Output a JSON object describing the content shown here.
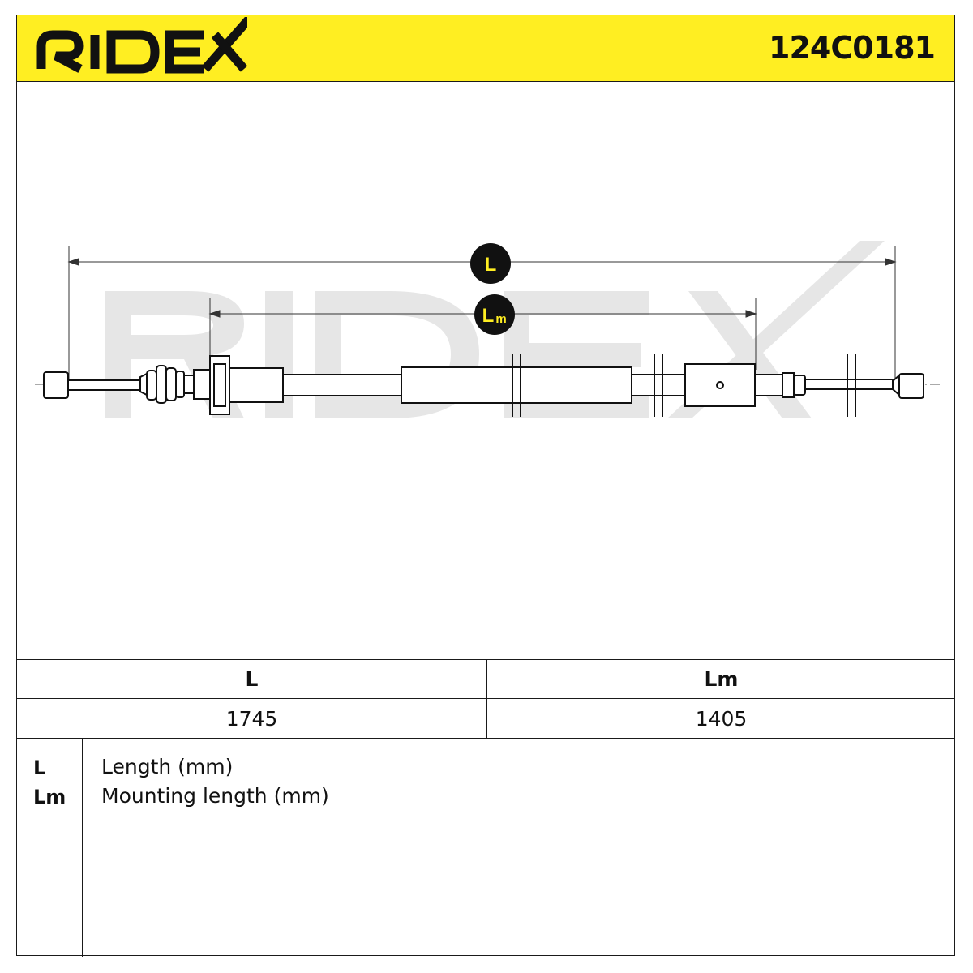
{
  "header": {
    "brand": "RIDEX",
    "part_number": "124C0181",
    "accent_color": "#ffee22"
  },
  "drawing": {
    "dimension_labels": {
      "overall": "L",
      "mounting": "Lm",
      "mounting_main": "L",
      "mounting_sub": "m"
    },
    "watermark": "RIDEX"
  },
  "table": {
    "headers": [
      "L",
      "Lm"
    ],
    "values": [
      "1745",
      "1405"
    ]
  },
  "legend": [
    {
      "key": "L",
      "description": "Length (mm)"
    },
    {
      "key": "Lm",
      "description": "Mounting length (mm)"
    }
  ]
}
